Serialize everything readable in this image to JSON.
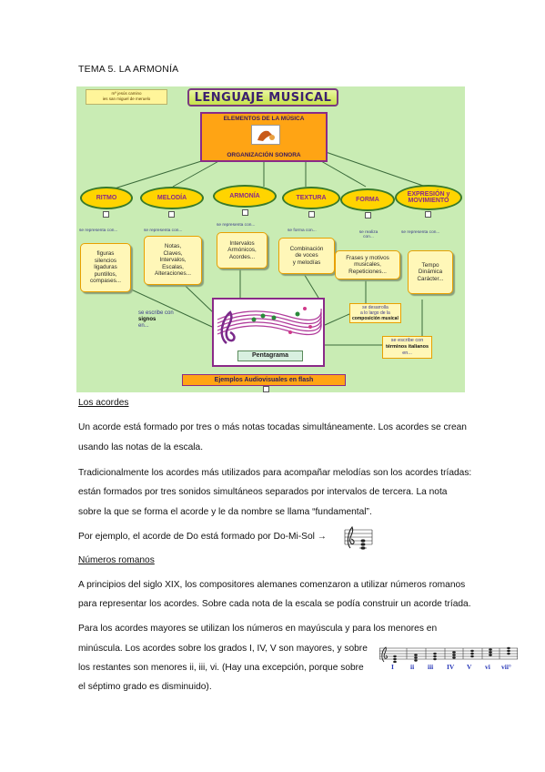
{
  "title": "TEMA 5.  LA ARMONÍA",
  "map": {
    "credit_lines": [
      "mª jesús camino",
      "ies san miguel de meruelo"
    ],
    "banner": "LENGUAJE MUSICAL",
    "center_top": "ELEMENTOS DE LA MÚSICA",
    "center_bottom": "ORGANIZACIÓN SONORA",
    "nodes": [
      {
        "label": "RITMO",
        "link": "se representa con...",
        "box": [
          "figuras",
          "silencios",
          "ligaduras",
          "puntillos,",
          "compases..."
        ]
      },
      {
        "label": "MELODÍA",
        "link": "se representa con...",
        "box": [
          "Notas,",
          "Claves,",
          "Intervalos,",
          "Escalas,",
          "Alteraciones..."
        ]
      },
      {
        "label": "ARMONÍA",
        "link": "se representa con...",
        "box": [
          "Intervalos",
          "Armónicos,",
          "Acordes..."
        ]
      },
      {
        "label": "TEXTURA",
        "link": "se forma con...",
        "box": [
          "Combinación",
          "de voces",
          "y melodías"
        ]
      },
      {
        "label": "FORMA",
        "link": "se realiza con...",
        "box": [
          "Frases y motivos",
          "musicales,",
          "Repeticiones..."
        ]
      },
      {
        "label_1": "EXPRESIÓN y",
        "label_2": "MOVIMIENTO",
        "link": "se representa con...",
        "box": [
          "Tempo",
          "Dinámica",
          "Carácter..."
        ]
      }
    ],
    "signs": {
      "pre": "se escribe con",
      "bold": "signos",
      "post": "en..."
    },
    "staff_caption": "Pentagrama",
    "develop": {
      "l1": "se desarrolla",
      "l2": "a lo largo de la",
      "bold": "composición musical"
    },
    "tempo": {
      "pre": "se escribe con",
      "bold": "términos italianos",
      "post": "en..."
    },
    "flash": "Ejemplos Audiovisuales en flash"
  },
  "sections": {
    "acordes_heading": "Los acordes",
    "p1_l1": "Un acorde está formado por tres o más notas tocadas simultáneamente. Los acordes se crean",
    "p1_l2": "usando las notas de la escala.",
    "p2_l1": "Tradicionalmente los acordes más utilizados para acompañar melodías son los acordes tríadas:",
    "p2_l2": "están formados por tres sonidos simultáneos separados por intervalos de tercera. La nota",
    "p2_l3": "sobre la que se forma el acorde y le da nombre se llama “fundamental”.",
    "p3": "Por ejemplo, el acorde de Do está formado por Do-Mi-Sol →",
    "romanos_heading": "Números romanos",
    "p4_l1": "A principios del siglo XIX, los compositores alemanes comenzaron a utilizar números romanos",
    "p4_l2": "para representar los acordes. Sobre cada nota de la escala se podía construir un acorde tríada.",
    "p5_l1": "Para los acordes mayores se utilizan los números en mayúscula y para los menores en",
    "p5_l2": "minúscula. Los acordes sobre los grados I, IV, V son mayores, y sobre",
    "p5_l3": "los restantes son menores ii, iii, vi. (Hay una excepción, porque sobre",
    "p5_l4": "el séptimo grado es disminuido)."
  },
  "degrees": [
    "I",
    "ii",
    "iii",
    "IV",
    "V",
    "vi",
    "vii°"
  ],
  "colors": {
    "map_bg": "#c9ecb4",
    "oval": "#ffd400",
    "center": "#ffa414",
    "border": "#8a2a88",
    "degree_text": "#2a3ab8"
  }
}
